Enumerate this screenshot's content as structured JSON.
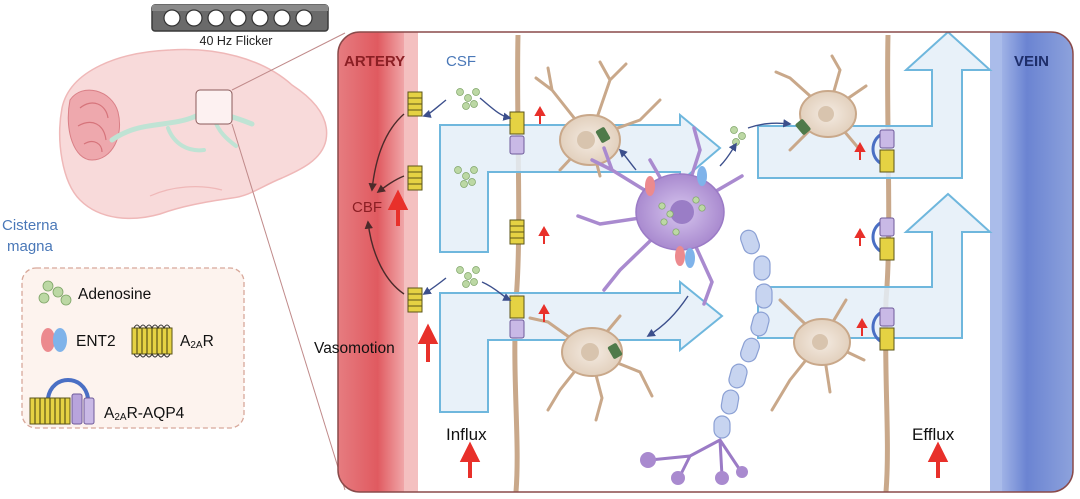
{
  "flicker": {
    "label": "40 Hz Flicker"
  },
  "brain": {
    "cisterna_line1": "Cisterna",
    "cisterna_line2": "magna"
  },
  "legend": {
    "adenosine": "Adenosine",
    "ent2": "ENT2",
    "a2ar_main": "A",
    "a2ar_sub": "2A",
    "a2ar_tail": "R",
    "a2ar_aqp4_main": "A",
    "a2ar_aqp4_sub": "2A",
    "a2ar_aqp4_tail": "R-AQP4"
  },
  "panel": {
    "artery": "ARTERY",
    "vein": "VEIN",
    "csf": "CSF",
    "cbf": "CBF",
    "vasomotion": "Vasomotion",
    "influx": "Influx",
    "efflux": "Efflux"
  },
  "colors": {
    "artery": "#e0555c",
    "artery_light": "#f2b8b8",
    "vein": "#6f86cf",
    "flow_fill": "#e4eef8",
    "flow_stroke": "#6fb7dd",
    "neuron": "#c9a88a",
    "microglia": "#b49ad6",
    "up_arrow": "#e8302a",
    "csf_text": "#4a78b8",
    "artery_text": "#8b1f24"
  }
}
